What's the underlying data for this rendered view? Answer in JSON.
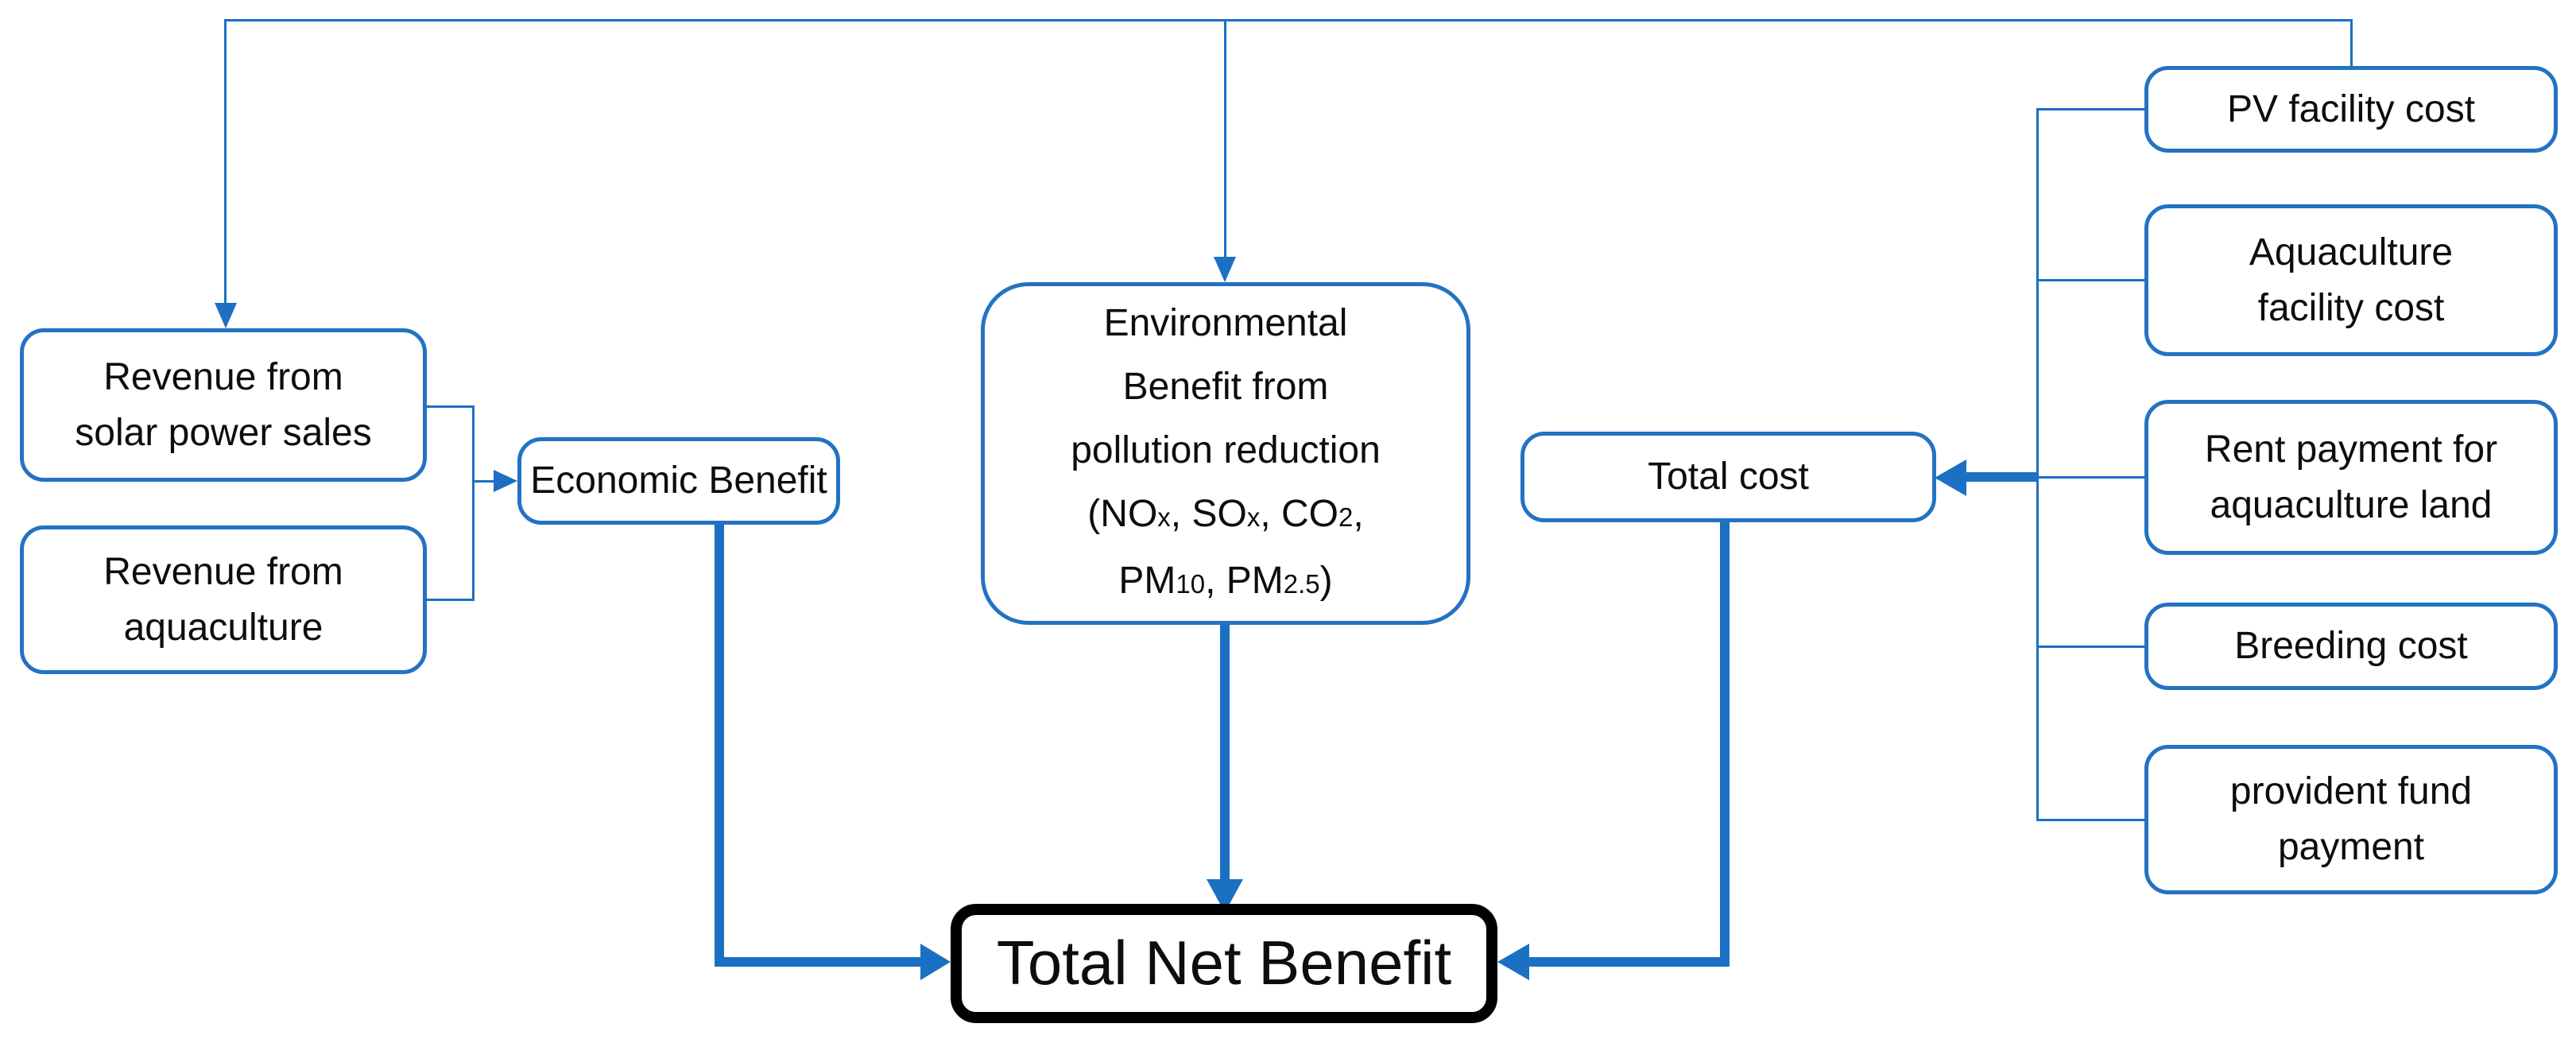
{
  "colors": {
    "line-blue": "#1C70C4",
    "border-blue": "#2372C4",
    "box-bg": "#FFFFFF",
    "text-black": "#0D0D0D",
    "tnb-border": "#000000"
  },
  "nodes": {
    "revenue_solar": {
      "lines": [
        "Revenue from",
        "solar power sales"
      ]
    },
    "revenue_aquaculture": {
      "lines": [
        "Revenue from",
        "aquaculture"
      ]
    },
    "economic_benefit": {
      "lines": [
        "Economic Benefit"
      ]
    },
    "environmental_benefit": {
      "lines": [
        "Environmental",
        "Benefit from",
        "pollution reduction"
      ],
      "formula_line_1": [
        "(NO",
        "x",
        ", SO",
        "x",
        ", CO",
        "2",
        ","
      ],
      "formula_line_2": [
        "PM",
        "10",
        ", PM",
        "2.5",
        ")"
      ]
    },
    "total_cost": {
      "lines": [
        "Total cost"
      ]
    },
    "pv_facility_cost": {
      "lines": [
        "PV facility cost"
      ]
    },
    "aquaculture_facility_cost": {
      "lines": [
        "Aquaculture",
        "facility cost"
      ]
    },
    "rent_payment": {
      "lines": [
        "Rent payment for",
        "aquaculture land"
      ]
    },
    "breeding_cost": {
      "lines": [
        "Breeding cost"
      ]
    },
    "provident_fund": {
      "lines": [
        "provident fund",
        "payment"
      ]
    },
    "total_net_benefit": {
      "lines": [
        "Total Net Benefit"
      ]
    }
  },
  "edges": [
    {
      "from": "top-connector",
      "to": "revenue_solar"
    },
    {
      "from": "top-connector",
      "to": "environmental_benefit"
    },
    {
      "from": "top-connector",
      "to": "pv_facility_cost"
    },
    {
      "from": "revenue_solar",
      "to": "economic_benefit"
    },
    {
      "from": "revenue_aquaculture",
      "to": "economic_benefit"
    },
    {
      "from": "economic_benefit",
      "to": "total_net_benefit"
    },
    {
      "from": "environmental_benefit",
      "to": "total_net_benefit"
    },
    {
      "from": "total_cost",
      "to": "total_net_benefit"
    },
    {
      "from": "cost-trunk",
      "to": "total_cost"
    },
    {
      "from": "pv_facility_cost",
      "to": "cost-trunk"
    },
    {
      "from": "aquaculture_facility_cost",
      "to": "cost-trunk"
    },
    {
      "from": "rent_payment",
      "to": "cost-trunk"
    },
    {
      "from": "breeding_cost",
      "to": "cost-trunk"
    },
    {
      "from": "provident_fund",
      "to": "cost-trunk"
    }
  ]
}
